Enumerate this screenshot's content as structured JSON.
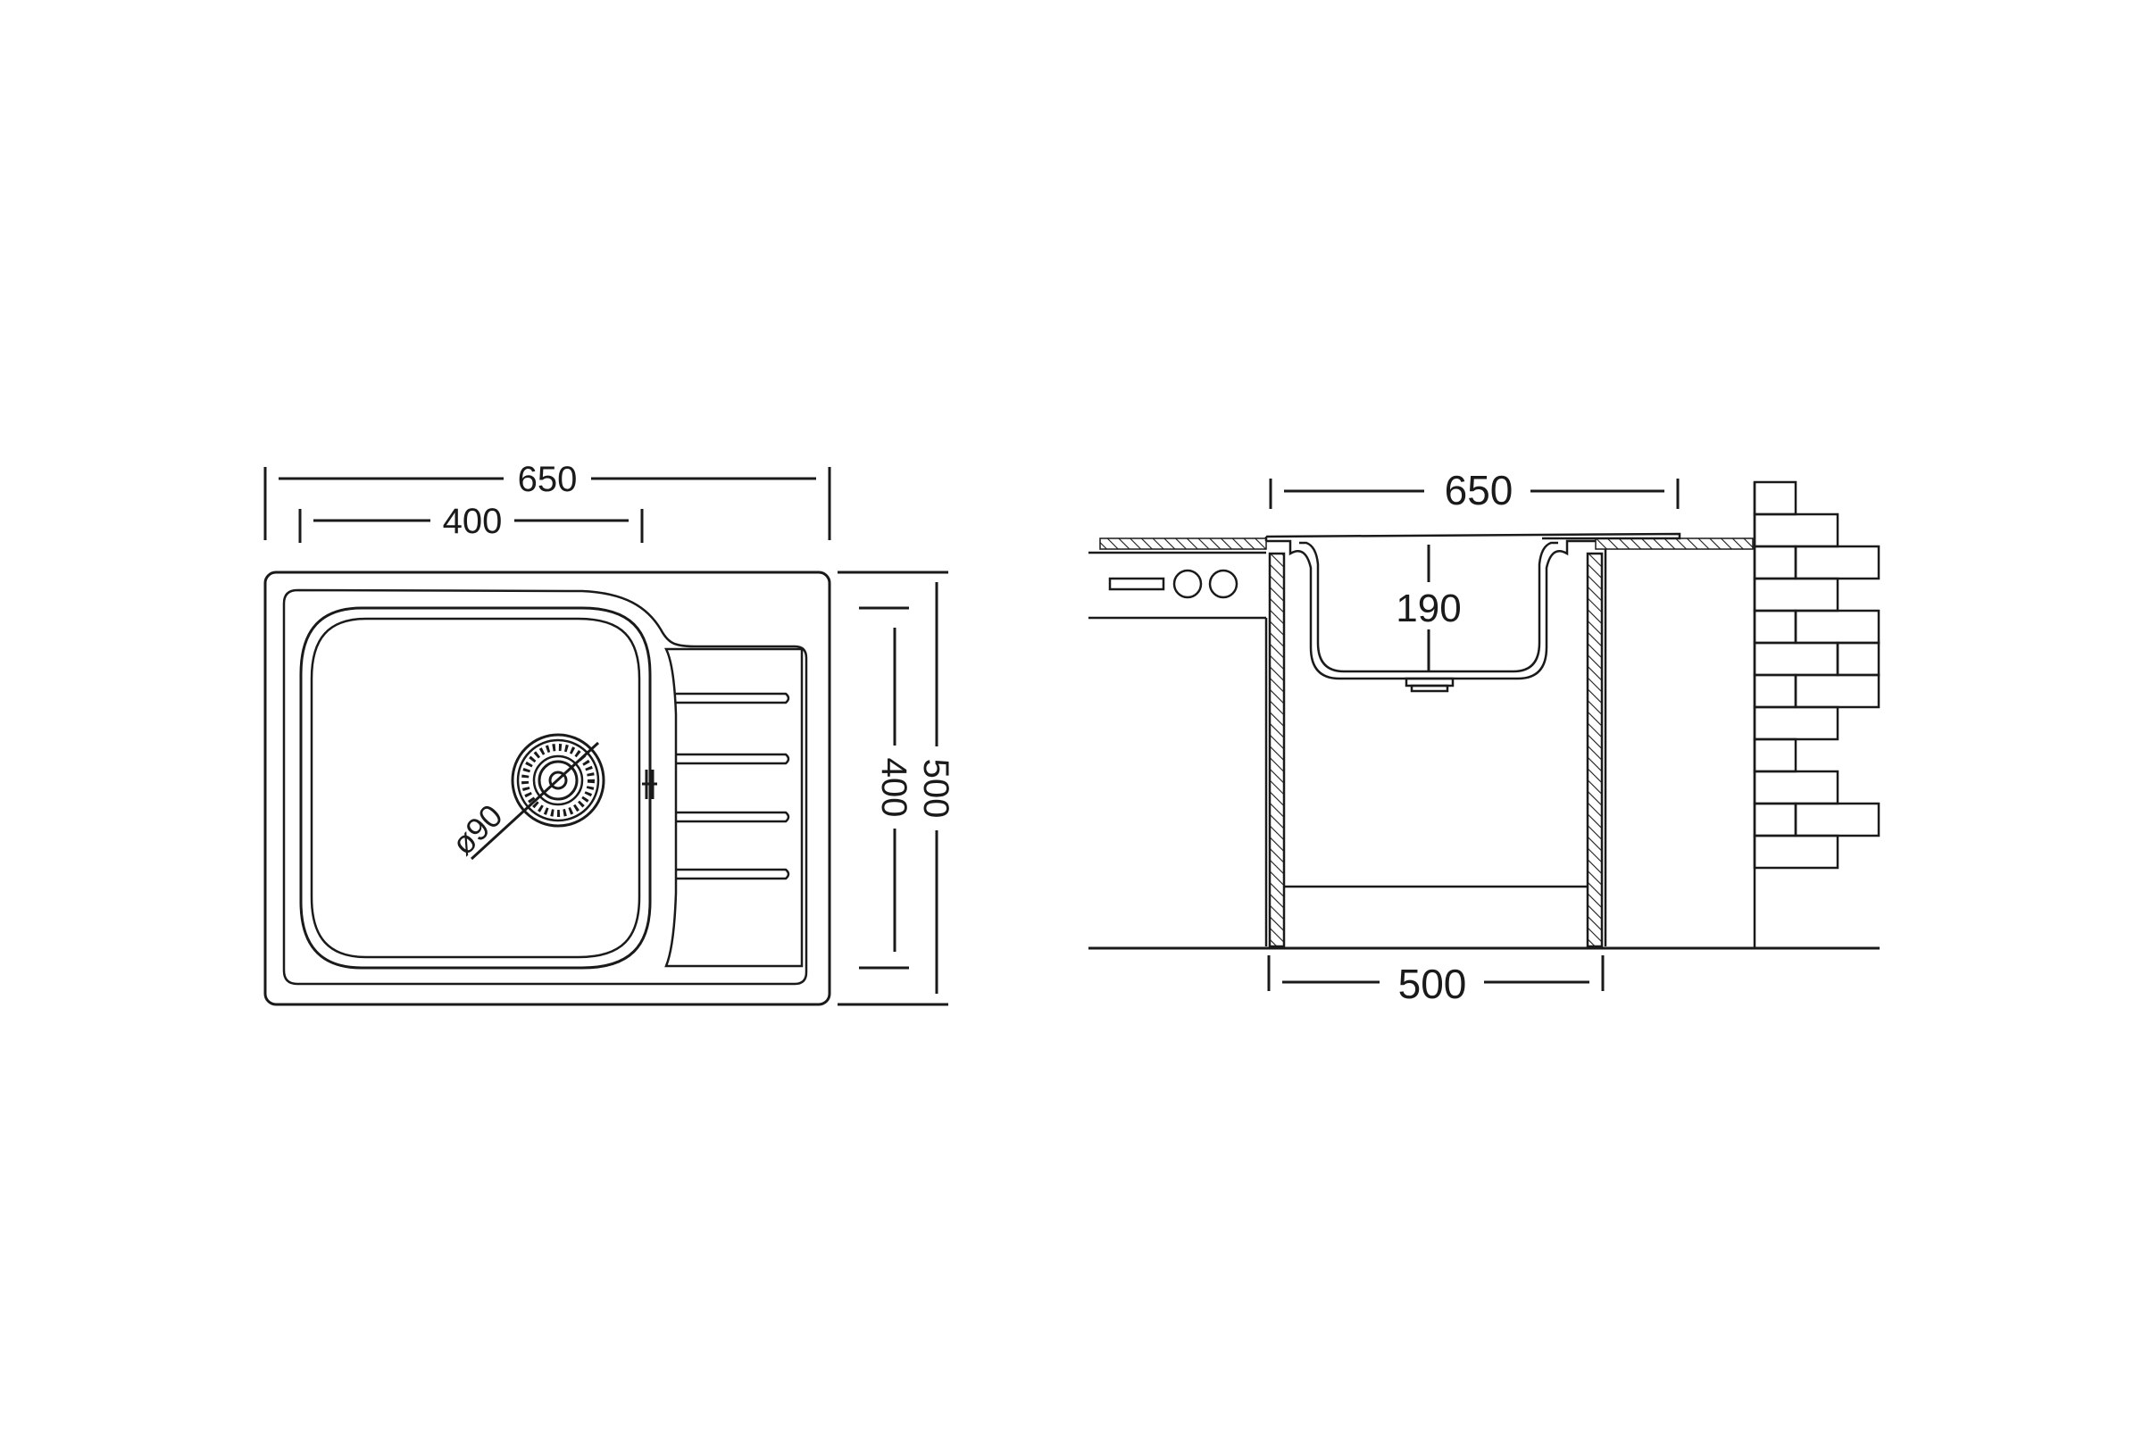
{
  "plan_view": {
    "dim_overall_width": "650",
    "dim_bowl_width": "400",
    "dim_overall_depth": "500",
    "dim_bowl_depth": "400",
    "dim_drain_diameter": "ø90"
  },
  "section_view": {
    "dim_sink_width": "650",
    "dim_bowl_height": "190",
    "dim_cabinet_width": "500"
  },
  "colors": {
    "line": "#1a1a1a",
    "background": "#ffffff"
  }
}
